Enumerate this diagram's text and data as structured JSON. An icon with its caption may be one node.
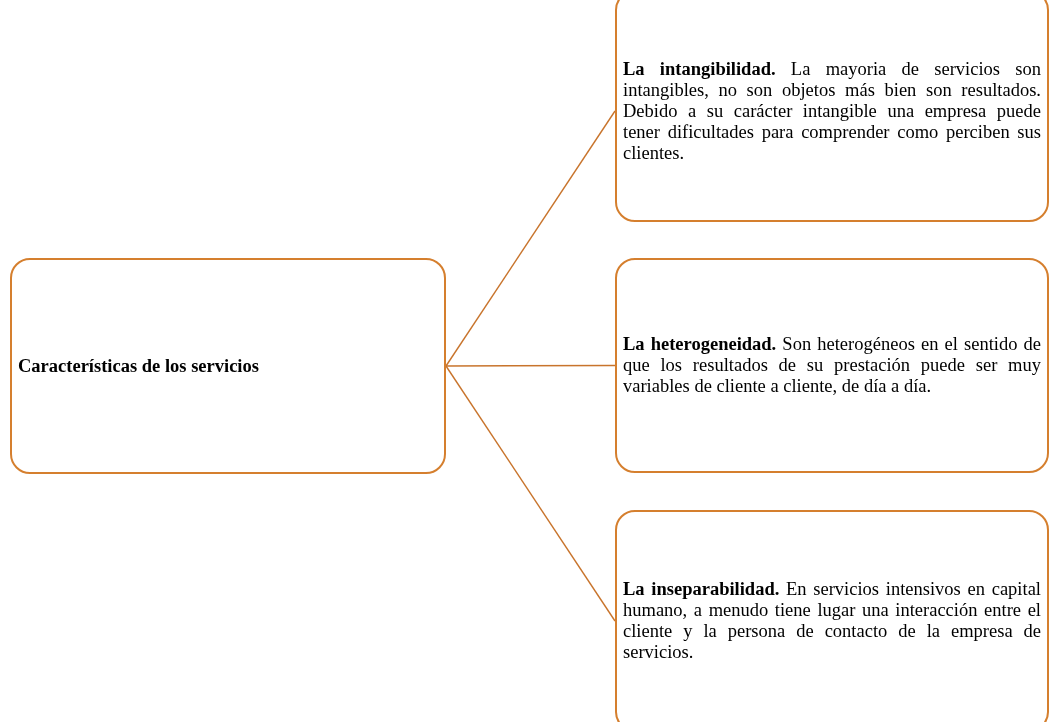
{
  "diagram": {
    "nodes": [
      {
        "text": [
          "Características de los servicios"
        ]
      },
      {
        "text": [
          "**La intangibilidad.** La mayoria de servicios son intangibles, no son objetos más bien son resultados. Debido a su carácter intangible una empresa puede tener dificultades para comprender como perciben sus clientes."
        ]
      },
      {
        "text": [
          "**La heterogeneidad.** Son heterogéneos en el sentido de que los resultados de su prestación puede ser muy variables de cliente a cliente, de día a día."
        ]
      },
      {
        "text": [
          "**La inseparabilidad.** En servicios intensivos en capital humano, a menudo tiene lugar una interacción entre el cliente y la persona de contacto de la empresa de servicios."
        ]
      }
    ],
    "edges": [
      {
        "from": 0,
        "to": 1,
        "arrow": "none"
      },
      {
        "from": 0,
        "to": 2,
        "arrow": "none"
      },
      {
        "from": 0,
        "to": 3,
        "arrow": "none"
      }
    ]
  }
}
